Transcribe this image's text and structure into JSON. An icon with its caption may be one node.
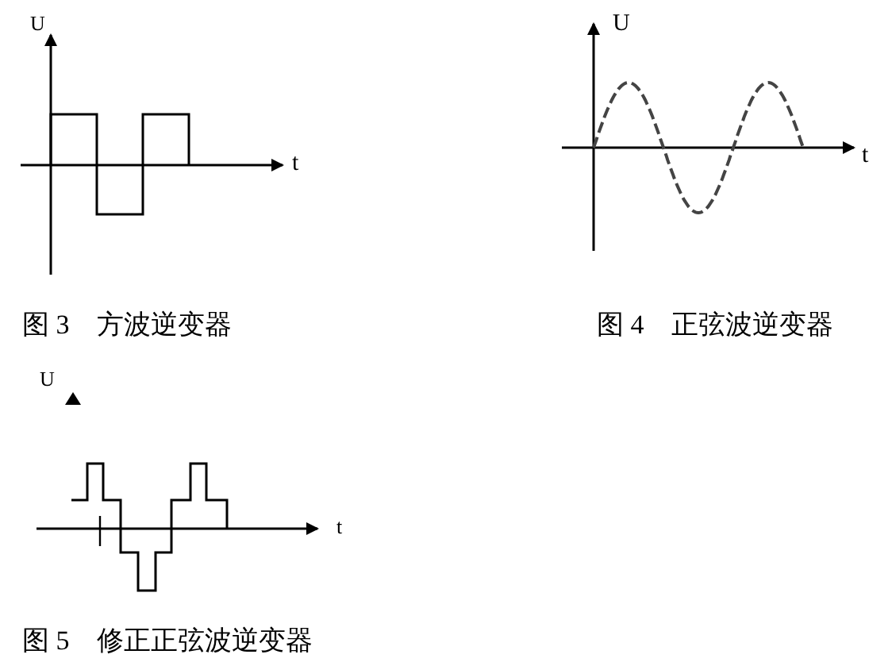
{
  "diagram": {
    "labels": [
      "U",
      "t",
      "图 3　方波逆变器",
      "U",
      "t",
      "图 4　正弦波逆变器",
      "U",
      "t",
      "图 5　修正正弦波逆变器"
    ]
  }
}
